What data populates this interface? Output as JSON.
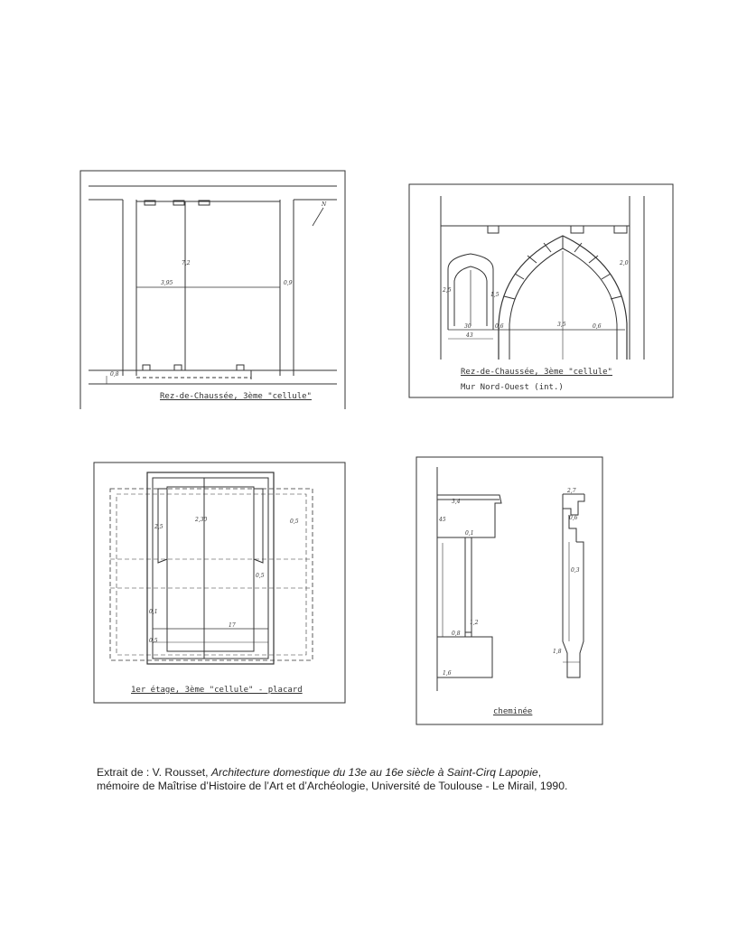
{
  "figures": [
    {
      "id": "plan-rdc",
      "caption": "Rez-de-Chaussée, 3ème \"cellule\""
    },
    {
      "id": "elevation-nw",
      "caption": "Rez-de-Chaussée, 3ème \"cellule\"",
      "caption_line2": "Mur Nord-Ouest (int.)"
    },
    {
      "id": "placard",
      "caption": "1er étage, 3ème \"cellule\" - placard"
    },
    {
      "id": "cheminee",
      "caption": "cheminée"
    }
  ],
  "citation": {
    "prefix": "Extrait de : V. Rousset, ",
    "title": "Architecture domestique du 13e au 16e siècle à Saint-Cirq Lapopie",
    "line1_end": ",",
    "line2": "mémoire de Maîtrise d’Histoire de l’Art et d’Archéologie, Université de Toulouse - Le Mirail, 1990."
  }
}
